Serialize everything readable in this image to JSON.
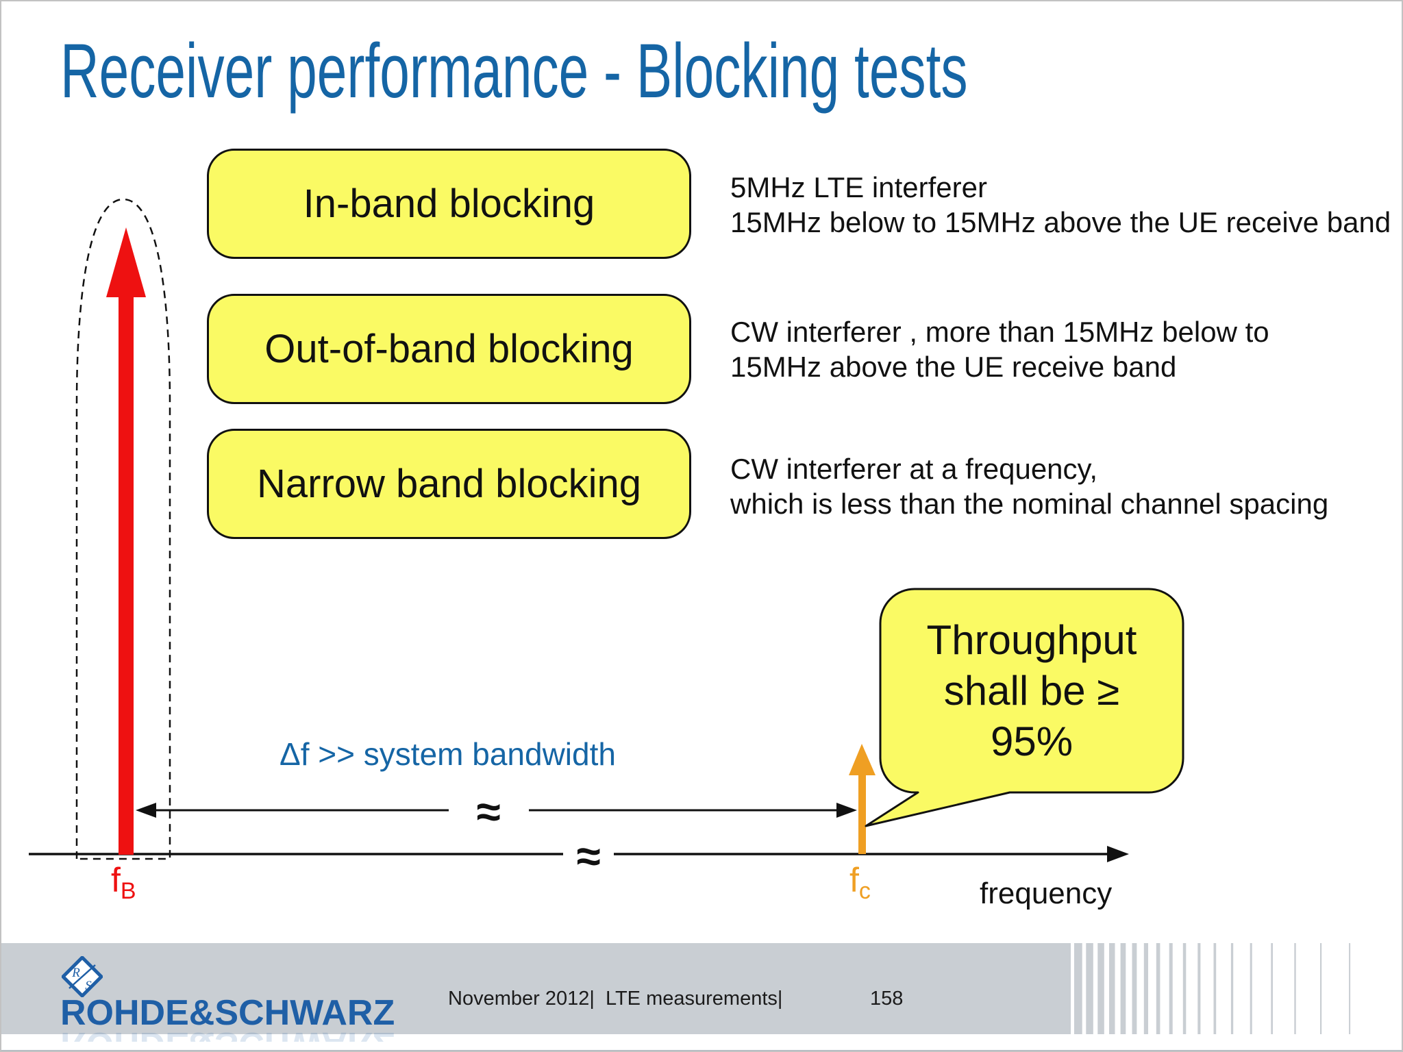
{
  "title": "Receiver performance - Blocking tests",
  "blocks": [
    {
      "label": "In-band blocking",
      "description": [
        "5MHz LTE interferer",
        "15MHz below to 15MHz above the UE receive band"
      ]
    },
    {
      "label": "Out-of-band blocking",
      "description": [
        "CW interferer , more than 15MHz below to",
        "15MHz above the UE receive band"
      ]
    },
    {
      "label": "Narrow band blocking",
      "description": [
        "CW interferer at a frequency,",
        "which is less than the nominal channel spacing"
      ]
    }
  ],
  "diagram": {
    "delta_annotation": "Δf >> system bandwidth",
    "approx": "≈",
    "blocker_freq": {
      "base": "f",
      "sub": "B"
    },
    "carrier_freq": {
      "base": "f",
      "sub": "c"
    },
    "axis_label": "frequency",
    "bubble_lines": [
      "Throughput",
      "shall be ≥",
      "95%"
    ]
  },
  "footer": {
    "logo_text": "ROHDE&SCHWARZ",
    "logo_monogram_top": "R",
    "logo_monogram_bottom": "S",
    "credits": "November 2012|  LTE measurements|",
    "page_number": "158"
  },
  "colors": {
    "title_blue": "#1565A5",
    "box_yellow": "#FAFA64",
    "blocker_red": "#EE1111",
    "carrier_orange": "#EF9F23",
    "logo_blue": "#1F5FA6",
    "footer_gray": "#C9CED3"
  }
}
